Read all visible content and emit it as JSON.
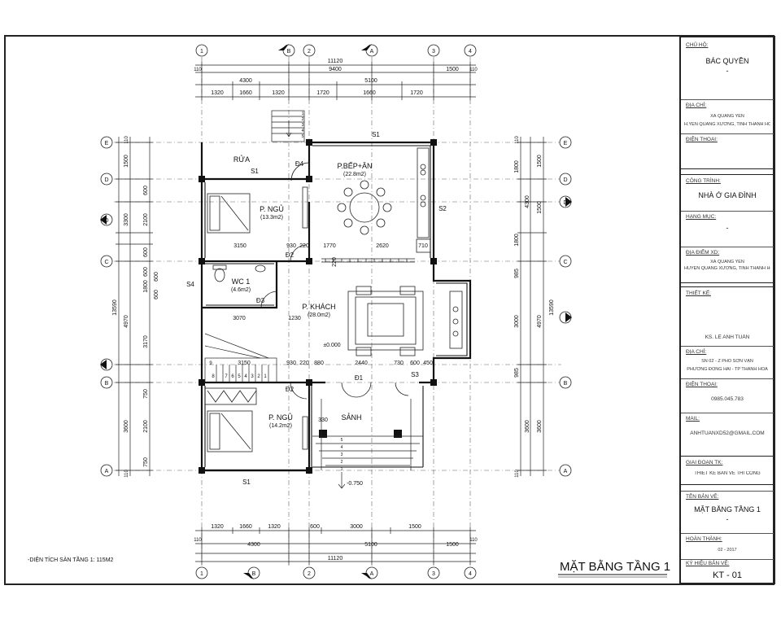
{
  "drawing": {
    "title": "MẶT BẰNG TẦNG 1",
    "area_note": "-DIỆN TÍCH SÀN TẦNG 1: 115M2"
  },
  "rooms": {
    "rua": "RỬA",
    "bep_name": "P.BẾP+ĂN",
    "bep_area": "(22.8m2)",
    "ngu1_name": "P. NGỦ",
    "ngu1_area": "(13.3m2)",
    "wc_name": "WC 1",
    "wc_area": "(4.6m2)",
    "khach_name": "P. KHÁCH",
    "khach_area": "(28.0m2)",
    "ngu2_name": "P. NGỦ",
    "ngu2_area": "(14.2m2)",
    "sanh": "SẢNH",
    "level_0": "±0.000",
    "level_1": "-0.750"
  },
  "tags": {
    "s1_top": "S1",
    "s1_rua": "S1",
    "s2": "S2",
    "s3": "S3",
    "s4": "S4",
    "s1_bottom": "S1",
    "d1": "Đ1",
    "d2a": "Đ2",
    "d2b": "Đ2",
    "d3": "Đ3",
    "d4": "Đ4"
  },
  "grid": {
    "top_left": "1",
    "top_b": "B",
    "top_2": "2",
    "top_a": "A",
    "top_3": "3",
    "top_4": "4",
    "bot_left": "1",
    "bot_b": "B",
    "bot_2": "2",
    "bot_a": "A",
    "bot_3": "3",
    "bot_4": "4",
    "left_e": "E",
    "left_d": "D",
    "left_d2": "D",
    "left_c": "C",
    "left_b": "B",
    "left_a": "A",
    "right_e": "E",
    "right_d": "D",
    "right_d2": "D",
    "right_c": "C",
    "right_b": "B",
    "right_a": "A"
  },
  "dims": {
    "top_total": "11120",
    "top_9400": "9400",
    "top_1500": "1500",
    "top_110a": "110",
    "top_110b": "110",
    "top_4300": "4300",
    "top_5100": "5100",
    "top_1320a": "1320",
    "top_1660a": "1660",
    "top_1320b": "1320",
    "top_1720": "1720",
    "top_1660b": "1660",
    "top_1720b": "1720",
    "bot_1320a": "1320",
    "bot_1660": "1660",
    "bot_1320b": "1320",
    "bot_600": "600",
    "bot_3000": "3000",
    "bot_1500a": "1500",
    "bot_110a": "110",
    "bot_4300": "4300",
    "bot_5100": "5100",
    "bot_1500b": "1500",
    "bot_110b": "110",
    "bot_total": "11120",
    "l_110a": "110",
    "l_1500": "1500",
    "l_3300": "3300",
    "l_13590": "13590",
    "l_4970": "4970",
    "l_3600": "3600",
    "l_110b": "110",
    "l_600a": "600",
    "l_2100a": "2100",
    "l_600b": "600",
    "l_600c": "600",
    "l_1800": "1800",
    "l_600d": "600",
    "l_600e": "600",
    "l_3170": "3170",
    "l_750a": "750",
    "l_2100b": "2100",
    "l_750b": "750",
    "r_110a": "110",
    "r_1800a": "1800",
    "r_4300": "4300",
    "r_1800b": "1800",
    "r_985a": "985",
    "r_3000": "3000",
    "r_985b": "985",
    "r_3600": "3600",
    "r_110b": "110",
    "r_1500": "1500",
    "r_4970": "4970",
    "r_13590": "13590",
    "r_1500b": "1500",
    "r_3600b": "3600",
    "i_3150a": "3150",
    "i_930a": "930",
    "i_220a": "220",
    "i_1770": "1770",
    "i_2620": "2620",
    "i_710": "710",
    "i_3070": "3070",
    "i_1230": "1230",
    "i_3150b": "3150",
    "i_930b": "930",
    "i_220b": "220",
    "i_880": "880",
    "i_2440": "2440",
    "i_730": "730",
    "i_600": "600",
    "i_450": "450",
    "i_330": "330",
    "i_220c": "220"
  },
  "stairs": {
    "top": [
      "1",
      "2",
      "3",
      "4",
      "5"
    ],
    "left": [
      "9",
      "8",
      "7",
      "6",
      "5",
      "4",
      "3",
      "2",
      "1"
    ],
    "front": [
      "5",
      "4",
      "3",
      "2",
      "1"
    ]
  },
  "titleblock": {
    "owner_lbl": "CHỦ HỘ:",
    "owner": "BÁC QUYỀN",
    "owner_dash": "-",
    "addr_lbl": "ĐỊA CHỈ:",
    "addr1": "XÃ QUẢNG YÊN",
    "addr2": "H.YỆN QUẢNG XƯƠNG, TỈNH THANH HÓA",
    "phone_lbl": "ĐIỆN THOẠI:",
    "project_lbl": "CÔNG TRÌNH:",
    "project": "NHÀ Ở GIA ĐÌNH",
    "item_lbl": "HẠNG MỤC:",
    "item": "-",
    "site_lbl": "ĐỊA ĐIỂM XD:",
    "site1": "XÃ QUẢNG YÊN",
    "site2": "HUYỆN QUẢNG XƯƠNG, TỈNH THANH HÓA",
    "design_lbl": "THIẾT KẾ:",
    "designer": "KS. LÊ ANH TUẤN",
    "daddr_lbl": "ĐỊA CHỈ:",
    "daddr1": "SN 02 - Z PHỐ SƠN VẠN",
    "daddr2": "PHƯỜNG ĐÔNG HẢI - TP THANH HÓA",
    "dphone_lbl": "ĐIỆN THOẠI:",
    "dphone": "0985.045.783",
    "mail_lbl": "MAIL:",
    "mail": "ANHTUANXD52@GMAIL.COM",
    "stage_lbl": "GIAI ĐOẠN TK:",
    "stage": "THIẾT KẾ BẢN VẼ THI CÔNG",
    "sheetname_lbl": "TÊN BẢN VẼ:",
    "sheetname": "MẶT BẰNG TẦNG 1",
    "sheetname_dash": "-",
    "done_lbl": "HOÀN THÀNH:",
    "done": "02 - 2017",
    "code_lbl": "KÝ HIỆU BẢN VẼ:",
    "code": "KT - 01"
  }
}
